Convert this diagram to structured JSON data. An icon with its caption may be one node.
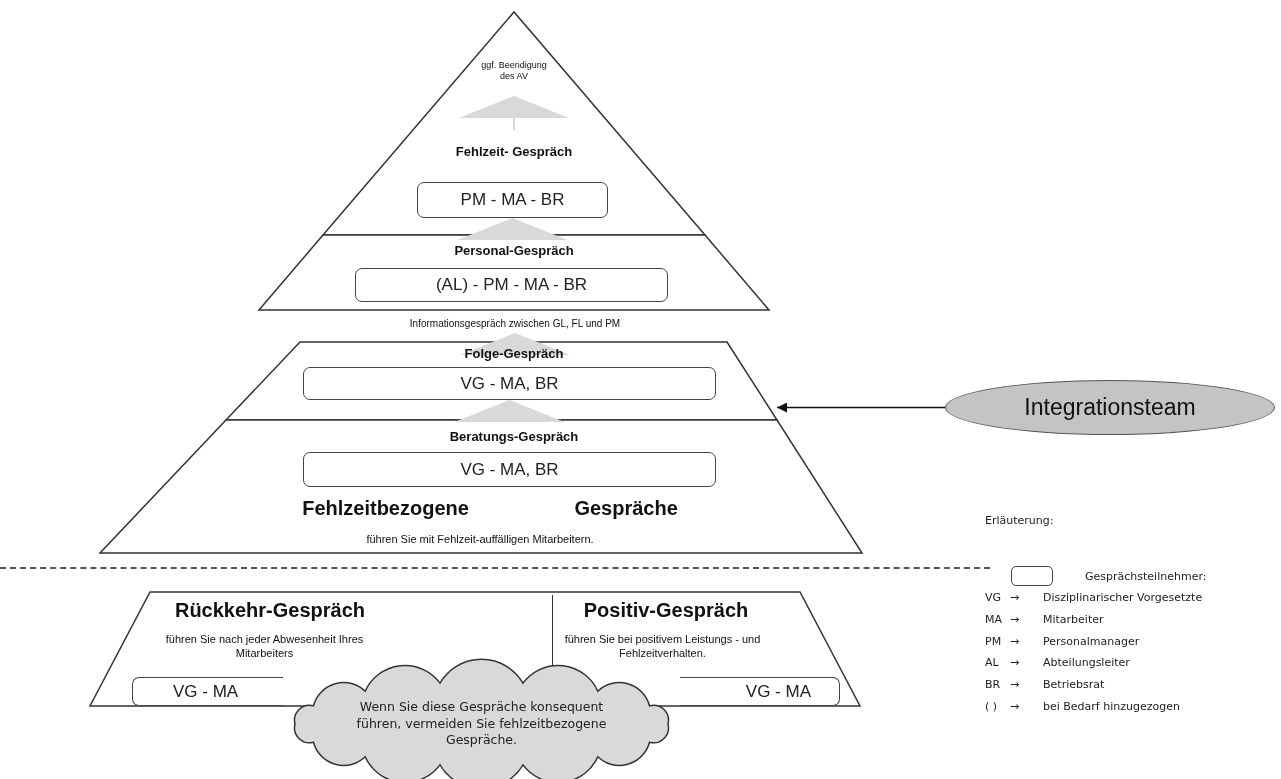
{
  "diagram": {
    "nodes": [
      {
        "text": [],
        "shape": "triangle"
      },
      {
        "text": [
          "ggf. Beendigung des AV"
        ],
        "in": 0
      },
      {
        "text": [
          "Fehlzeit- Gespräch"
        ],
        "in": 0
      },
      {
        "text": [
          "PM - MA - BR"
        ],
        "in": 0
      },
      {
        "text": [
          "Personal-Gespräch"
        ]
      },
      {
        "text": [
          "(AL) - PM - MA - BR"
        ],
        "in": 4
      },
      {
        "text": [
          "Informationsgespräch zwischen GL, FL und PM"
        ]
      },
      {
        "text": [
          "Folge-Gespräch"
        ]
      },
      {
        "text": [
          "VG - MA, BR"
        ],
        "in": 7
      },
      {
        "text": [
          "Beratungs-Gespräch",
          "Fehlzeitbezogene Gespräche",
          "führen Sie mit Fehlzeit-auffälligen Mitarbeitern."
        ]
      },
      {
        "text": [
          "VG - MA, BR"
        ],
        "in": 9
      },
      {
        "text": [
          "Integrationsteam"
        ]
      },
      {
        "text": [],
        "shape": "trapezoid"
      },
      {
        "text": [
          "Rückkehr-Gespräch",
          "führen Sie nach jeder Abwesenheit Ihres Mitarbeiters"
        ],
        "in": 12
      },
      {
        "text": [
          "VG - MA"
        ],
        "in": 12
      },
      {
        "text": [
          "Positiv-Gespräch",
          "führen Sie bei positivem Leistungs - und Fehlzeitverhalten."
        ],
        "in": 12
      },
      {
        "text": [
          "VG - MA"
        ],
        "in": 12
      },
      {
        "text": [
          "Wenn Sie diese Gespräche konsequent führen, vermeiden Sie fehlzeitbezogene Gespräche."
        ]
      }
    ],
    "edges": [
      {
        "from": 2,
        "to": 1,
        "arrow": "to"
      },
      {
        "from": 4,
        "to": 3,
        "arrow": "to"
      },
      {
        "from": 7,
        "to": 6,
        "arrow": "to"
      },
      {
        "from": 9,
        "to": 8,
        "arrow": "to"
      },
      {
        "from": 11,
        "to": 7,
        "arrow": "to",
        "color": "#111111"
      }
    ],
    "labels": [
      "Erläuterung:",
      "VG",
      "→",
      "Disziplinarischer Vorgesetzte",
      "MA",
      "→",
      "Mitarbeiter",
      "PM",
      "→",
      "Personalmanager",
      "AL",
      "→",
      "Abteilungsleiter",
      "BR",
      "→",
      "Betriebsrat",
      "( )",
      "→",
      "bei Bedarf hinzugezogen"
    ],
    "legend": [
      {
        "text": "Gesprächsteilnehmer:"
      }
    ]
  }
}
